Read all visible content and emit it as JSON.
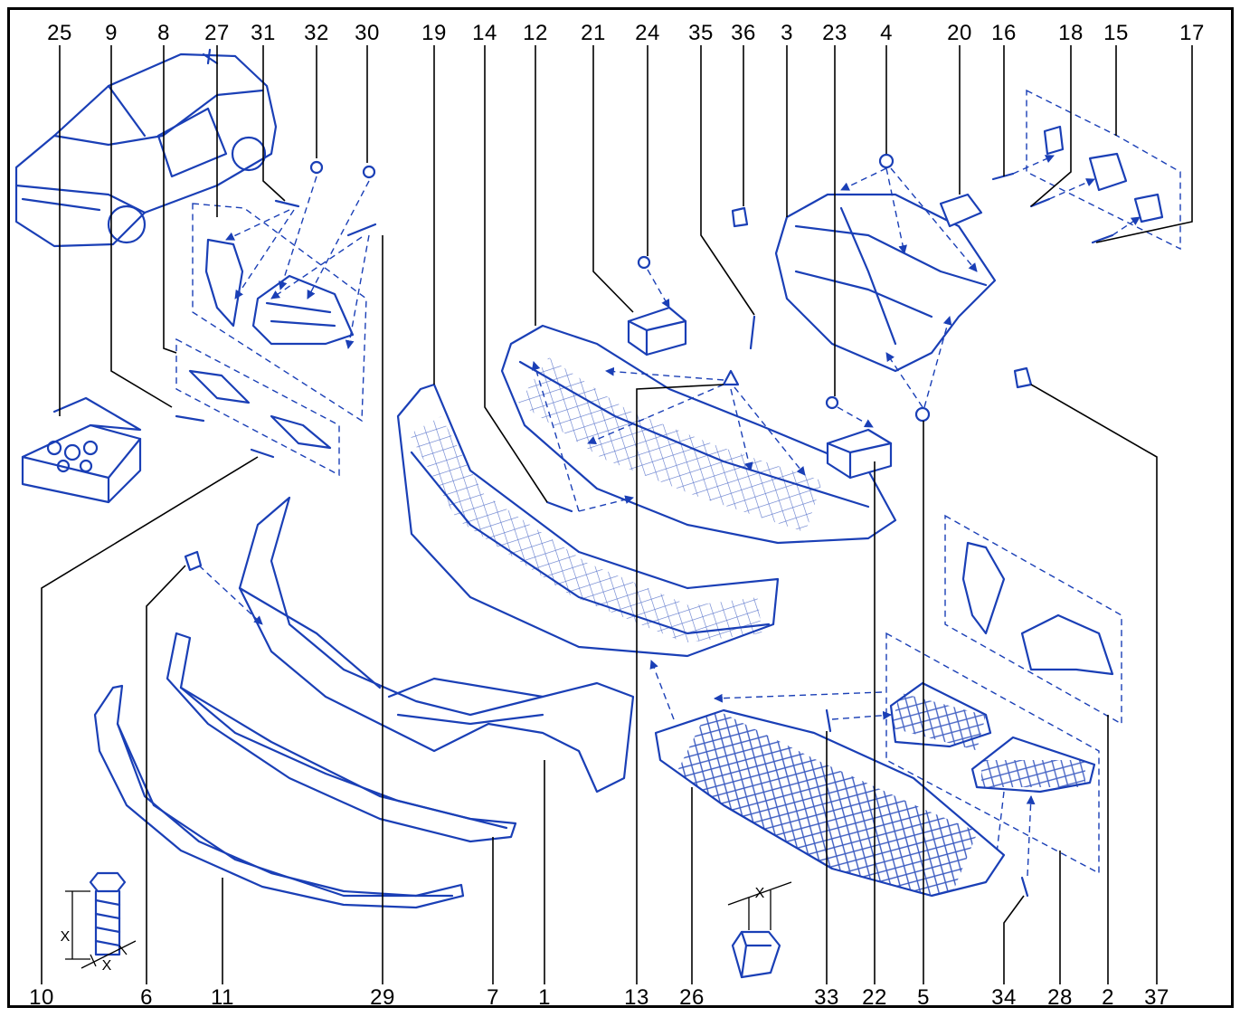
{
  "colors": {
    "line_art": "#1a3fb6",
    "labels": "#000000",
    "background": "#ffffff"
  },
  "top_labels": [
    {
      "id": "25",
      "text": "25"
    },
    {
      "id": "9",
      "text": "9"
    },
    {
      "id": "8",
      "text": "8"
    },
    {
      "id": "27",
      "text": "27"
    },
    {
      "id": "31",
      "text": "31"
    },
    {
      "id": "32",
      "text": "32"
    },
    {
      "id": "30",
      "text": "30"
    },
    {
      "id": "19",
      "text": "19"
    },
    {
      "id": "14",
      "text": "14"
    },
    {
      "id": "12",
      "text": "12"
    },
    {
      "id": "21",
      "text": "21"
    },
    {
      "id": "24",
      "text": "24"
    },
    {
      "id": "35",
      "text": "35"
    },
    {
      "id": "36",
      "text": "36"
    },
    {
      "id": "3",
      "text": "3"
    },
    {
      "id": "23",
      "text": "23"
    },
    {
      "id": "4",
      "text": "4"
    },
    {
      "id": "20",
      "text": "20"
    },
    {
      "id": "16",
      "text": "16"
    },
    {
      "id": "18",
      "text": "18"
    },
    {
      "id": "15",
      "text": "15"
    },
    {
      "id": "17",
      "text": "17"
    }
  ],
  "bottom_labels": [
    {
      "id": "10",
      "text": "10"
    },
    {
      "id": "6",
      "text": "6"
    },
    {
      "id": "11",
      "text": "11"
    },
    {
      "id": "29",
      "text": "29"
    },
    {
      "id": "7",
      "text": "7"
    },
    {
      "id": "1",
      "text": "1"
    },
    {
      "id": "13",
      "text": "13"
    },
    {
      "id": "26",
      "text": "26"
    },
    {
      "id": "33",
      "text": "33"
    },
    {
      "id": "22",
      "text": "22"
    },
    {
      "id": "5",
      "text": "5"
    },
    {
      "id": "34",
      "text": "34"
    },
    {
      "id": "28",
      "text": "28"
    },
    {
      "id": "2",
      "text": "2"
    },
    {
      "id": "37",
      "text": "37"
    }
  ],
  "dimension_labels": {
    "bolt_height": "X",
    "bolt_width": "X",
    "nut_width": "X"
  }
}
